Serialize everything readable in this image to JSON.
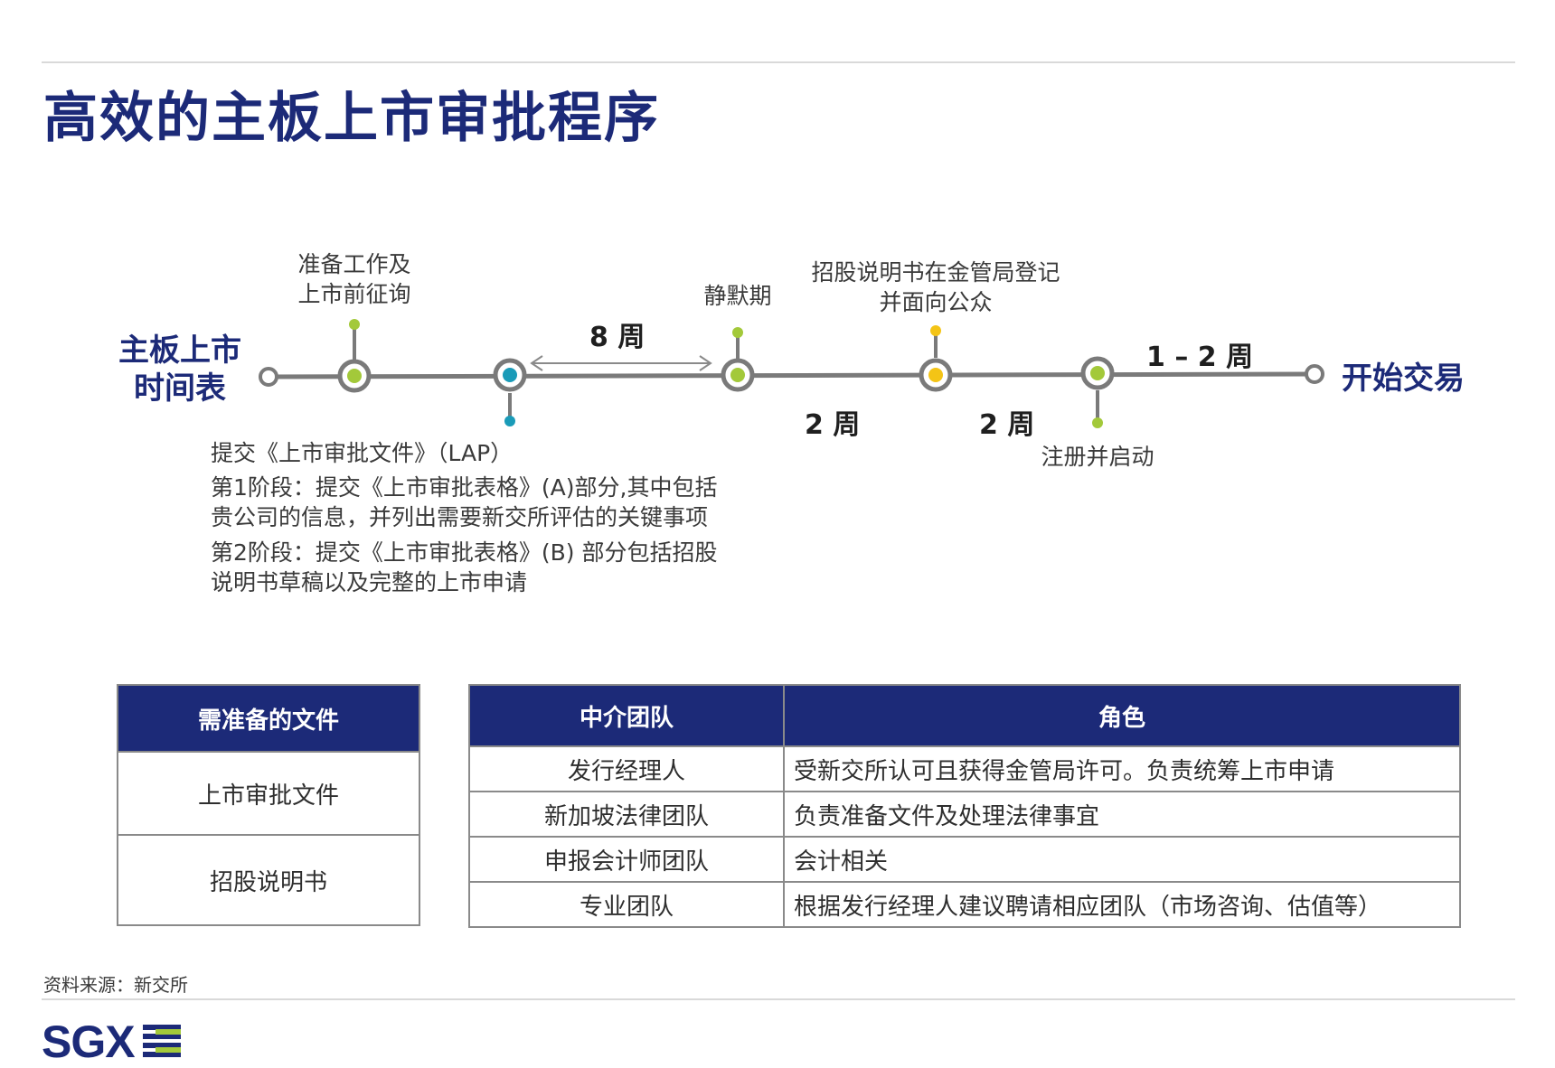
{
  "title": "高效的主板上市审批程序",
  "timeline": {
    "start_label_line1": "主板上市",
    "start_label_line2": "时间表",
    "end_label": "开始交易",
    "milestones": {
      "prep_line1": "准备工作及",
      "prep_line2": "上市前征询",
      "quiet": "静默期",
      "prospectus_line1": "招股说明书在金管局登记",
      "prospectus_line2": "并面向公众",
      "register": "注册并启动",
      "lap": "提交《上市审批文件》（LAP）"
    },
    "durations": {
      "d1": "8 周",
      "d2": "2 周",
      "d3": "2 周",
      "d4": "1 – 2 周"
    },
    "stages": {
      "stage1": "第1阶段：提交《上市审批表格》(A)部分,其中包括\n贵公司的信息，并列出需要新交所评估的关键事项",
      "stage2": "第2阶段：提交《上市审批表格》(B) 部分包括招股\n说明书草稿以及完整的上市申请"
    },
    "colors": {
      "line": "#7a7a7a",
      "green": "#a3c93a",
      "teal": "#1a9bb8",
      "yellow": "#f4c416",
      "navy": "#1c2a78"
    }
  },
  "docs_table": {
    "header": "需准备的文件",
    "rows": [
      "上市审批文件",
      "招股说明书"
    ]
  },
  "team_table": {
    "headers": [
      "中介团队",
      "角色"
    ],
    "rows": [
      {
        "name": "发行经理人",
        "role": "受新交所认可且获得金管局许可。负责统筹上市申请"
      },
      {
        "name": "新加坡法律团队",
        "role": "负责准备文件及处理法律事宜"
      },
      {
        "name": "申报会计师团队",
        "role": "会计相关"
      },
      {
        "name": "专业团队",
        "role": "根据发行经理人建议聘请相应团队（市场咨询、估值等）"
      }
    ]
  },
  "source": "资料来源：新交所",
  "logo": "SGX"
}
